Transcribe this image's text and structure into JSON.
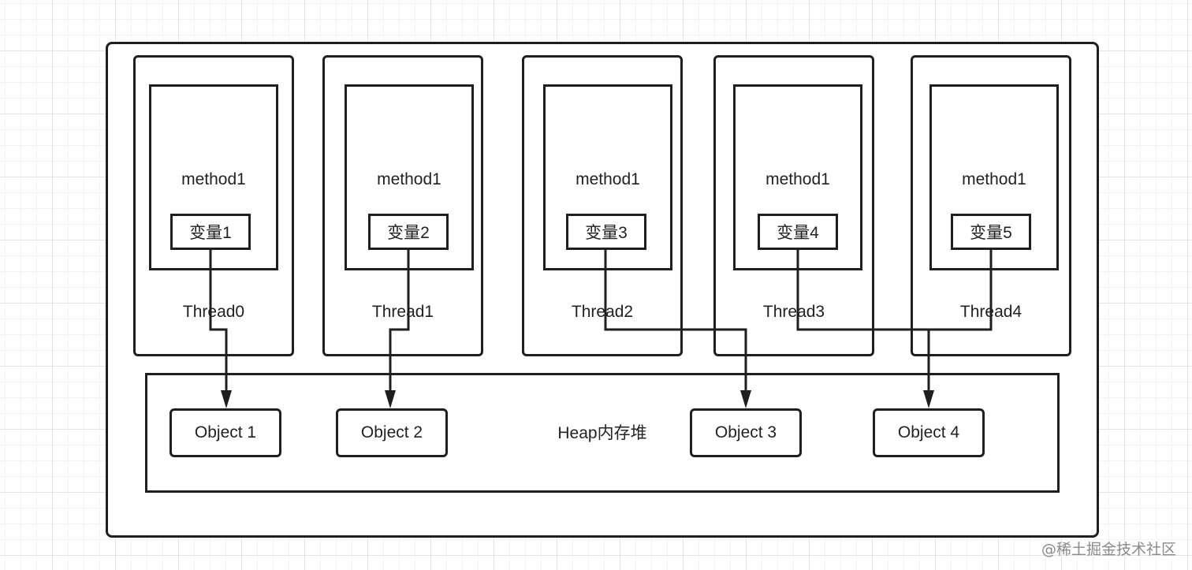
{
  "threads": [
    {
      "name": "Thread0",
      "method": "method1",
      "variable": "变量1"
    },
    {
      "name": "Thread1",
      "method": "method1",
      "variable": "变量2"
    },
    {
      "name": "Thread2",
      "method": "method1",
      "variable": "变量3"
    },
    {
      "name": "Thread3",
      "method": "method1",
      "variable": "变量4"
    },
    {
      "name": "Thread4",
      "method": "method1",
      "variable": "变量5"
    }
  ],
  "heap": {
    "label": "Heap内存堆",
    "objects": [
      "Object 1",
      "Object 2",
      "Object 3",
      "Object 4"
    ]
  },
  "references": [
    {
      "from": "变量1",
      "to": "Object 1"
    },
    {
      "from": "变量2",
      "to": "Object 2"
    },
    {
      "from": "变量3",
      "to": "Object 3"
    },
    {
      "from": "变量4",
      "to": "Object 4"
    },
    {
      "from": "变量5",
      "to": "Object 4"
    }
  ],
  "watermark": "@稀土掘金技术社区",
  "colors": {
    "stroke": "#1f1f1f",
    "grid": "#e4e4e4",
    "watermark": "#8a8a8a"
  }
}
